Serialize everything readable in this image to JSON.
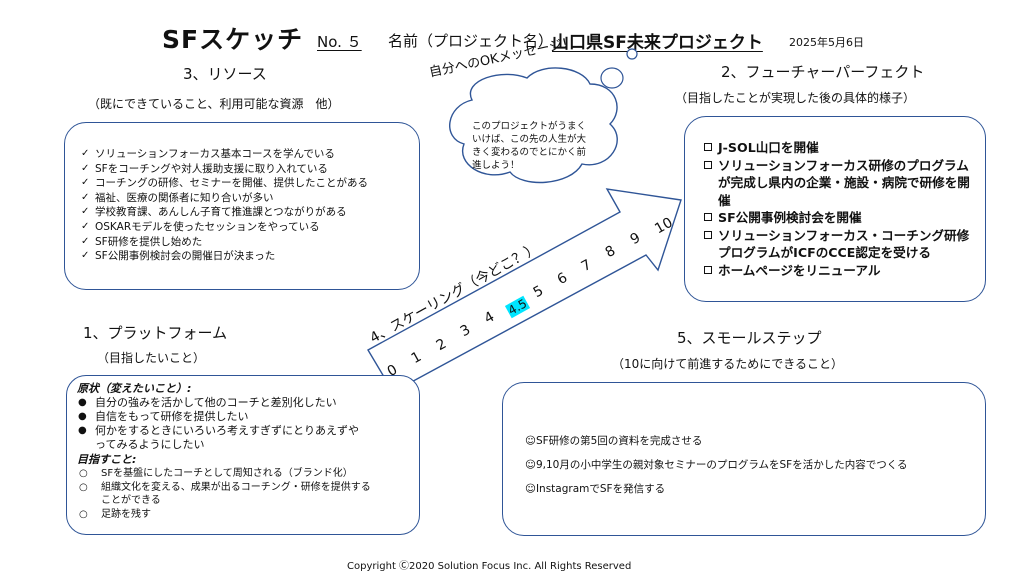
{
  "header": {
    "title": "SFスケッチ",
    "no_label": "No. ５",
    "name_label": "名前（プロジェクト名）",
    "project_name": "山口県SF未来プロジェクト",
    "date": "2025年5月6日"
  },
  "resources": {
    "heading": "3、リソース",
    "subheading": "（既にできていること、利用可能な資源　他）",
    "items": [
      "ソリューションフォーカス基本コースを学んでいる",
      "SFをコーチングや対人援助支援に取り入れている",
      "コーチングの研修、セミナーを開催、提供したことがある",
      "福祉、医療の関係者に知り合いが多い",
      "学校教育課、あんしん子育て推進課とつながりがある",
      "OSKARモデルを使ったセッションをやっている",
      "SF研修を提供し始めた",
      "SF公開事例検討会の開催日が決まった"
    ]
  },
  "thought": {
    "label": "自分へのOKメッセージ！",
    "text": "このプロジェクトがうまくいけば、この先の人生が大きく変わるのでとにかく前進しよう！"
  },
  "future": {
    "heading": "2、フューチャーパーフェクト",
    "subheading": "（目指したことが実現した後の具体的様子）",
    "items": [
      "J-SOL山口を開催",
      "ソリューションフォーカス研修のプログラムが完成し県内の企業・施設・病院で研修を開催",
      "SF公開事例検討会を開催",
      "ソリューションフォーカス・コーチング研修プログラムがICFのCCE認定を受ける",
      "ホームページをリニューアル"
    ]
  },
  "scaling": {
    "label": "4、スケーリング（今どこ？）",
    "marker": "4.5",
    "numbers": [
      "0",
      "1",
      "2",
      "3",
      "4",
      "5",
      "6",
      "7",
      "8",
      "9",
      "10"
    ],
    "highlight_color": "#00e5ff"
  },
  "platform": {
    "heading": "1、プラットフォーム",
    "subheading": "（目指したいこと）",
    "current_label": "原状（変えたいこと）:",
    "current_items": [
      "自分の強みを活かして他のコーチと差別化したい",
      "自信をもって研修を提供したい",
      "何かをするときにいろいろ考えすぎずにとりあえずやってみるようにしたい"
    ],
    "goal_label": "目指すこと:",
    "goal_items": [
      "SFを基盤にしたコーチとして周知される（ブランド化）",
      "組織文化を変える、成果が出るコーチング・研修を提供することができる",
      "足跡を残す"
    ]
  },
  "small_steps": {
    "heading": "5、スモールステップ",
    "subheading": "（10に向けて前進するためにできること）",
    "items": [
      "☺SF研修の第5回の資料を完成させる",
      "☺9,10月の小中学生の親対象セミナーのプログラムをSFを活かした内容でつくる",
      "☺InstagramでSFを発信する"
    ]
  },
  "footer": {
    "copyright": "Copyright Ⓒ2020 Solution Focus Inc. All Rights Reserved"
  },
  "colors": {
    "box_border": "#2f5597"
  }
}
